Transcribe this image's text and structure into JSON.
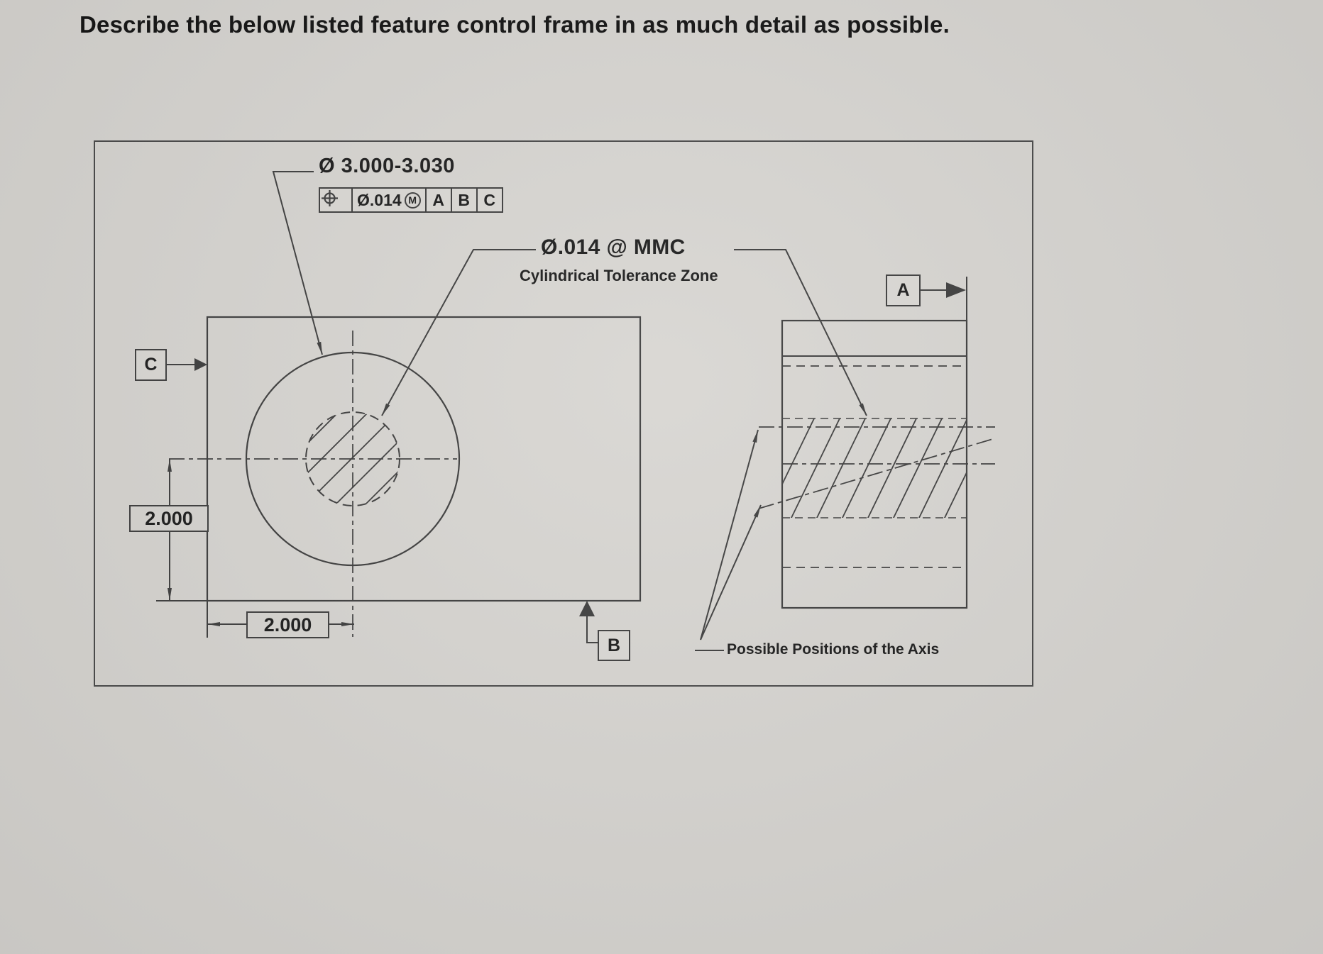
{
  "page": {
    "title": "Describe the below listed feature control frame in as much detail as possible."
  },
  "callout": {
    "size_limits": "Ø 3.000-3.030"
  },
  "fcf": {
    "symbol": "true-position-symbol",
    "tolerance": "Ø.014",
    "material_modifier": "M",
    "datums": [
      "A",
      "B",
      "C"
    ]
  },
  "labels": {
    "tolerance_mmc": "Ø.014 @ MMC",
    "tolerance_zone": "Cylindrical Tolerance Zone",
    "axis_positions": "Possible Positions of the Axis"
  },
  "datum_flags": {
    "a": "A",
    "b": "B",
    "c": "C"
  },
  "dimensions": {
    "vertical": "2.000",
    "horizontal": "2.000"
  },
  "colors": {
    "line": "#3f3f3f",
    "text": "#1a1a1a",
    "paper": "#d8d6d2"
  }
}
